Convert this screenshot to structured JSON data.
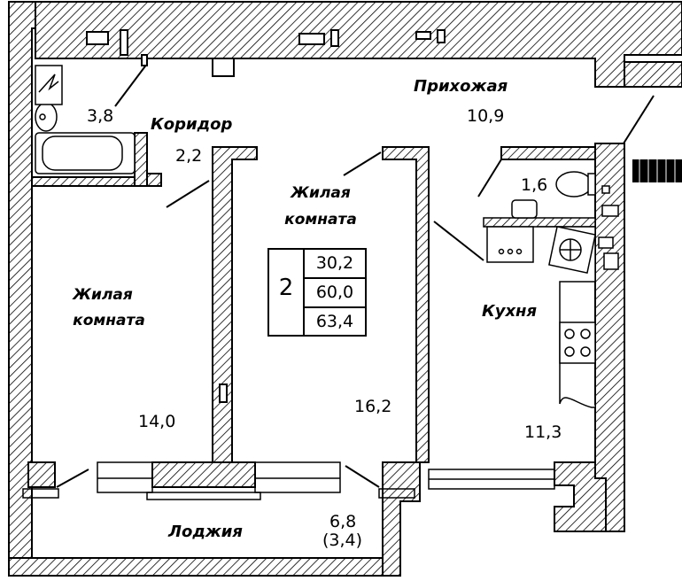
{
  "summary": {
    "rooms": "2",
    "living_area": "30,2",
    "total_area": "60,0",
    "total_with_loggia": "63,4"
  },
  "rooms": {
    "bathroom": {
      "area": "3,8"
    },
    "corridor": {
      "name": "Коридор",
      "area": "2,2"
    },
    "hallway": {
      "name": "Прихожая",
      "area": "10,9"
    },
    "toilet": {
      "area": "1,6"
    },
    "living_left": {
      "name_line1": "Жилая",
      "name_line2": "комната",
      "area": "14,0"
    },
    "living_center": {
      "name_line1": "Жилая",
      "name_line2": "комната",
      "area": "16,2"
    },
    "kitchen": {
      "name": "Кухня",
      "area": "11,3"
    },
    "loggia": {
      "name": "Лоджия",
      "area": "6,8",
      "area_reduced": "(3,4)"
    }
  },
  "colors": {
    "wall_fill": "#ffffff",
    "hatch": "#000000",
    "line": "#000000"
  }
}
